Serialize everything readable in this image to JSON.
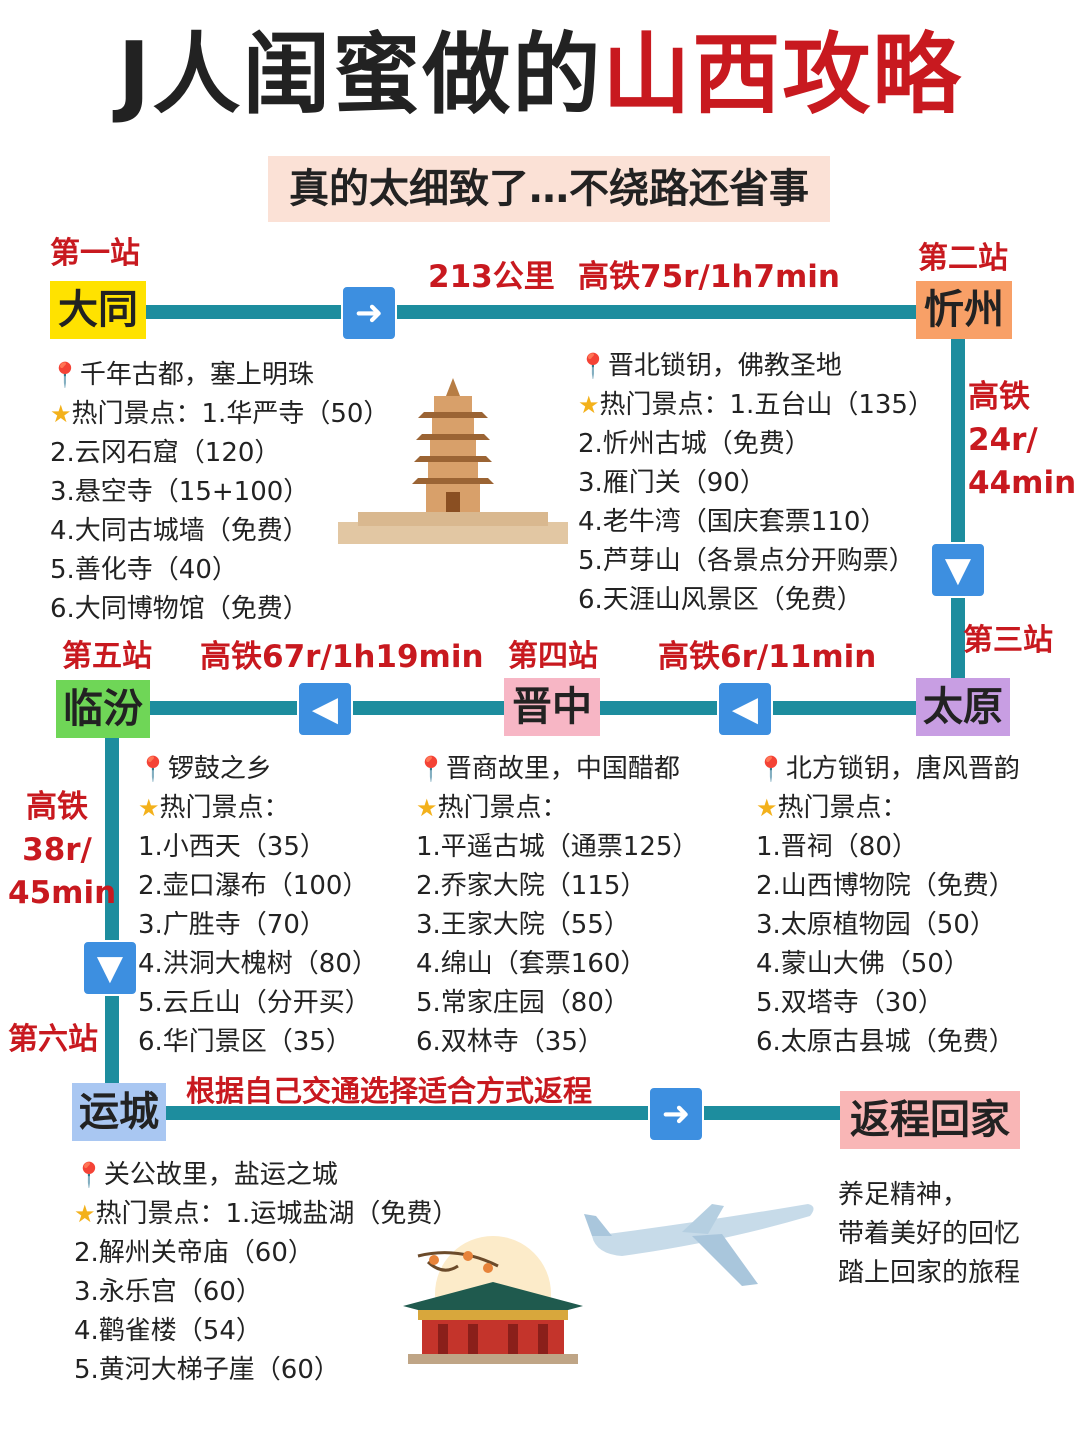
{
  "title": {
    "part1": "J人闺蜜做的",
    "part2": "山西攻略"
  },
  "subtitle": "真的太细致了…不绕路还省事",
  "stations": {
    "s1": {
      "label": "第一站",
      "city": "大同",
      "color": "#ffe200"
    },
    "s2": {
      "label": "第二站",
      "city": "忻州",
      "color": "#f8a067"
    },
    "s3": {
      "label": "第三站",
      "city": "太原",
      "color": "#c89ee3"
    },
    "s4": {
      "label": "第四站",
      "city": "晋中",
      "color": "#f7b6c5"
    },
    "s5": {
      "label": "第五站",
      "city": "临汾",
      "color": "#6fd657"
    },
    "s6": {
      "label": "第六站",
      "city": "运城",
      "color": "#a9c7f2"
    },
    "end": {
      "city": "返程回家",
      "color": "#f9b6b6"
    }
  },
  "routes": {
    "r1_distance": "213公里",
    "r1_train": "高铁75r/1h7min",
    "r2": [
      "高铁",
      "24r/",
      "44min"
    ],
    "r3": "高铁6r/11min",
    "r4": "高铁67r/1h19min",
    "r5": [
      "高铁",
      "38r/",
      "45min"
    ],
    "r6": "根据自己交通选择适合方式返程"
  },
  "info": {
    "datong": {
      "motto": "千年古都，塞上明珠",
      "hot": "热门景点：1.华严寺（50）",
      "items": [
        "2.云冈石窟（120）",
        "3.悬空寺（15+100）",
        "4.大同古城墙（免费）",
        "5.善化寺（40）",
        "6.大同博物馆（免费）"
      ]
    },
    "xinzhou": {
      "motto": "晋北锁钥，佛教圣地",
      "hot": "热门景点：1.五台山（135）",
      "items": [
        "2.忻州古城（免费）",
        "3.雁门关（90）",
        "4.老牛湾（国庆套票110）",
        "5.芦芽山（各景点分开购票）",
        "6.天涯山风景区（免费）"
      ]
    },
    "linfen": {
      "motto": "锣鼓之乡",
      "hot": "热门景点：",
      "items": [
        "1.小西天（35）",
        "2.壶口瀑布（100）",
        "3.广胜寺（70）",
        "4.洪洞大槐树（80）",
        "5.云丘山（分开买）",
        "6.华门景区（35）"
      ]
    },
    "jinzhong": {
      "motto": "晋商故里，中国醋都",
      "hot": "热门景点：",
      "items": [
        "1.平遥古城（通票125）",
        "2.乔家大院（115）",
        "3.王家大院（55）",
        "4.绵山（套票160）",
        "5.常家庄园（80）",
        "6.双林寺（35）"
      ]
    },
    "taiyuan": {
      "motto": "北方锁钥，唐风晋韵",
      "hot": "热门景点：",
      "items": [
        "1.晋祠（80）",
        "2.山西博物院（免费）",
        "3.太原植物园（50）",
        "4.蒙山大佛（50）",
        "5.双塔寺（30）",
        "6.太原古县城（免费）"
      ]
    },
    "yuncheng": {
      "motto": "关公故里，盐运之城",
      "hot": "热门景点：1.运城盐湖（免费）",
      "items": [
        "2.解州关帝庙（60）",
        "3.永乐宫（60）",
        "4.鹳雀楼（54）",
        "5.黄河大梯子崖（60）"
      ]
    }
  },
  "final": [
    "养足精神，",
    "带着美好的回忆",
    "踏上回家的旅程"
  ],
  "icons": {
    "pin": "pin-icon",
    "star": "star-icon",
    "arrow_right": "arrow-right-icon",
    "arrow_left": "arrow-left-icon",
    "arrow_down": "arrow-down-icon"
  },
  "colors": {
    "line": "#1d8d9e",
    "accent": "#c8191f",
    "arrow": "#3d8fe0"
  }
}
